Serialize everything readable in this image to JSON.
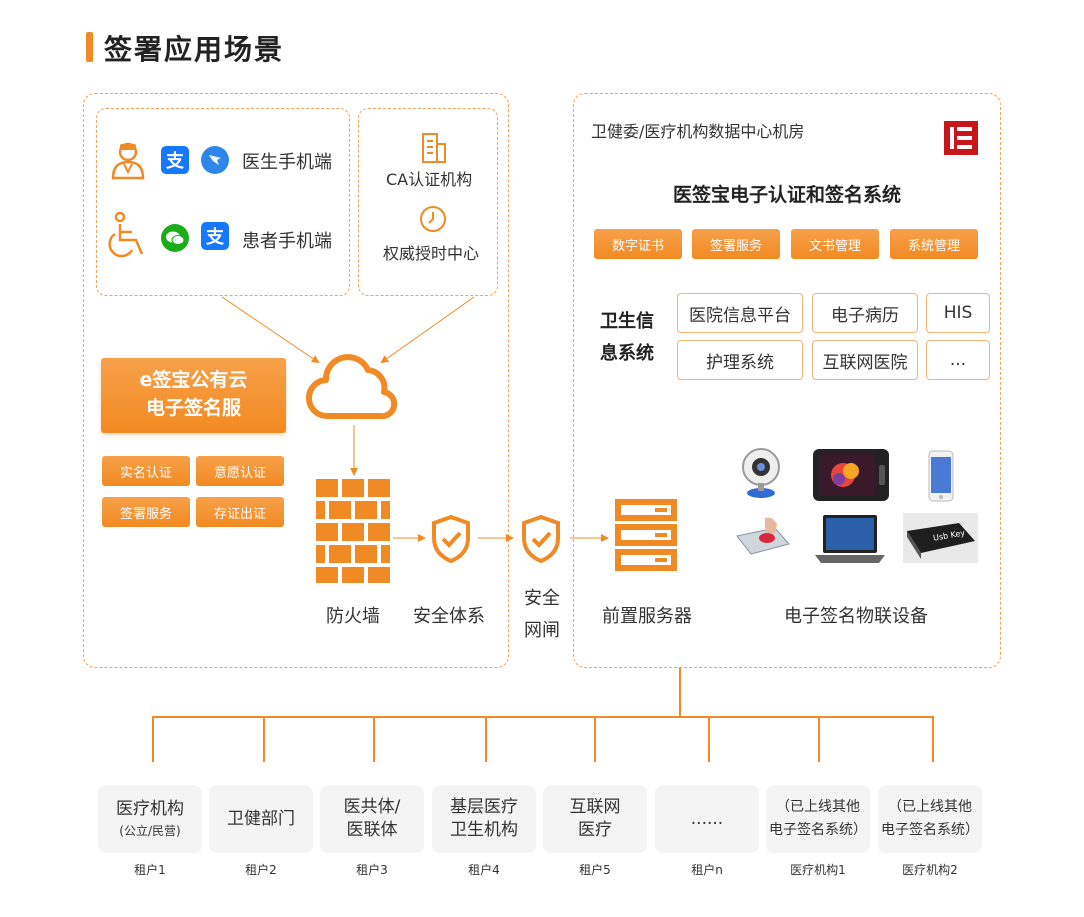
{
  "title": "签署应用场景",
  "left_panel": {
    "mobile": {
      "doctor_label": "医生手机端",
      "patient_label": "患者手机端"
    },
    "authority": {
      "ca_label": "CA认证机构",
      "tsa_label": "权威授时中心"
    },
    "cloud_service": {
      "line1": "e签宝公有云",
      "line2": "电子签名服"
    },
    "services": [
      "实名认证",
      "意愿认证",
      "签署服务",
      "存证出证"
    ],
    "firewall_label": "防火墙",
    "security_label": "安全体系"
  },
  "gateway": {
    "line1": "安全",
    "line2": "网闸"
  },
  "right_panel": {
    "location": "卫健委/医疗机构数据中心机房",
    "system_title": "医签宝电子认证和签名系统",
    "modules": [
      "数字证书",
      "签署服务",
      "文书管理",
      "系统管理"
    ],
    "health_info": {
      "line1": "卫生信",
      "line2": "息系统",
      "items": [
        "医院信息平台",
        "电子病历",
        "HIS",
        "护理系统",
        "互联网医院",
        "..."
      ]
    },
    "server_label": "前置服务器",
    "iot_label": "电子签名物联设备",
    "usb_key_text": "Usb Key"
  },
  "tenants": [
    {
      "main": "医疗机构",
      "sub": "(公立/民营)",
      "label": "租户1"
    },
    {
      "main": "卫健部门",
      "sub": "",
      "label": "租户2"
    },
    {
      "main": "医共体/\n医联体",
      "sub": "",
      "label": "租户3"
    },
    {
      "main": "基层医疗\n卫生机构",
      "sub": "",
      "label": "租户4"
    },
    {
      "main": "互联网\n医疗",
      "sub": "",
      "label": "租户5"
    },
    {
      "main": "......",
      "sub": "",
      "label": "租户n"
    },
    {
      "main": "（已上线其他\n电子签名系统）",
      "sub": "",
      "label": "医疗机构1"
    },
    {
      "main": "（已上线其他\n电子签名系统）",
      "sub": "",
      "label": "医疗机构2"
    }
  ],
  "colors": {
    "accent": "#f08a24",
    "dashed_border": "#f3a25a",
    "alipay": "#1677ff",
    "wechat": "#1aad19",
    "logo_red": "#c8161d"
  }
}
